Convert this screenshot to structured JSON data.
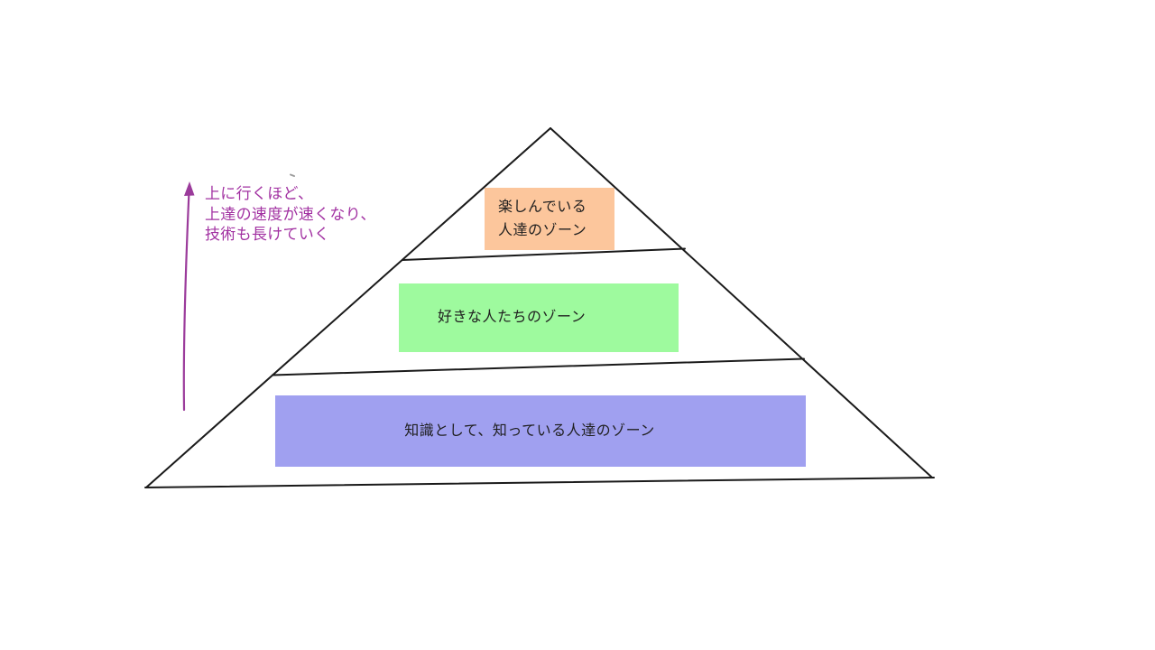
{
  "drawing": {
    "background": "#ffffff",
    "line_color": "#1a1a1a",
    "stray_mark_color": "#9b9b9b"
  },
  "annotation": {
    "lines": [
      "上に行くほど、",
      "上達の速度が速くなり、",
      "技術も長けていく"
    ],
    "text_color": "#a232a2",
    "arrow_color": "#9b3b9b",
    "arrow_icon": "up-arrow"
  },
  "zones": {
    "top": {
      "line1": "楽しんでいる",
      "line2": "人達のゾーン",
      "fill": "#fcc69c"
    },
    "middle": {
      "label": "好きな人たちのゾーン",
      "fill": "#9efa9e"
    },
    "bottom": {
      "label": "知識として、知っている人達のゾーン",
      "fill": "#a0a0f0"
    }
  }
}
